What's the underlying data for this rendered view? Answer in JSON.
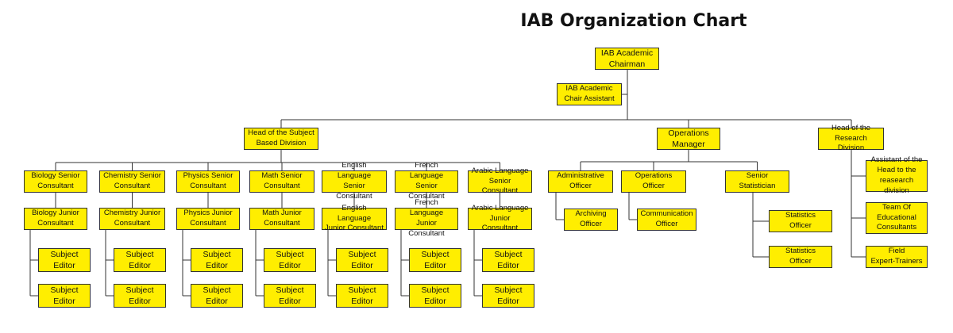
{
  "title": "IAB Organization Chart",
  "colors": {
    "box_fill": "#ffee00",
    "box_border": "#333333",
    "line": "#333333"
  },
  "nodes": {
    "chairman": "IAB Academic\nChairman",
    "chair_assistant": "IAB Academic\nChair Assistant",
    "head_subject": "Head of the Subject\nBased Division",
    "operations_manager": "Operations\nManager",
    "head_research": "Head of the\nResearch Division",
    "biology_senior": "Biology Senior\nConsultant",
    "chemistry_senior": "Chemistry Senior\nConsultant",
    "physics_senior": "Physics Senior\nConsultant",
    "math_senior": "Math Senior\nConsultant",
    "english_senior": "English Language\nSenior Consultant",
    "french_senior": "French Language\nSenior Consultant",
    "arabic_senior": "Arabic Language\nSenior Consultant",
    "biology_junior": "Biology Junior\nConsultant",
    "chemistry_junior": "Chemistry Junior\nConsultant",
    "physics_junior": "Physics Junior\nConsultant",
    "math_junior": "Math Junior\nConsultant",
    "english_junior": "English Language\nJunior Consultant",
    "french_junior": "French Language\nJunior Consultant",
    "arabic_junior": "Arabic Language\nJunior Consultant",
    "subject_editor": "Subject\nEditor",
    "administrative_officer": "Administrative\nOfficer",
    "archiving_officer": "Archiving\nOfficer",
    "operations_officer": "Operations\nOfficer",
    "communication_officer": "Communication\nOfficer",
    "senior_statistician": "Senior\nStatistician",
    "statistics_officer": "Statistics\nOfficer",
    "research_assistant": "Assistant of the\nHead to the\nreasearch division",
    "educational_consultants": "Team Of\nEducational\nConsultants",
    "field_trainers": "Field\nExpert-Trainers"
  }
}
